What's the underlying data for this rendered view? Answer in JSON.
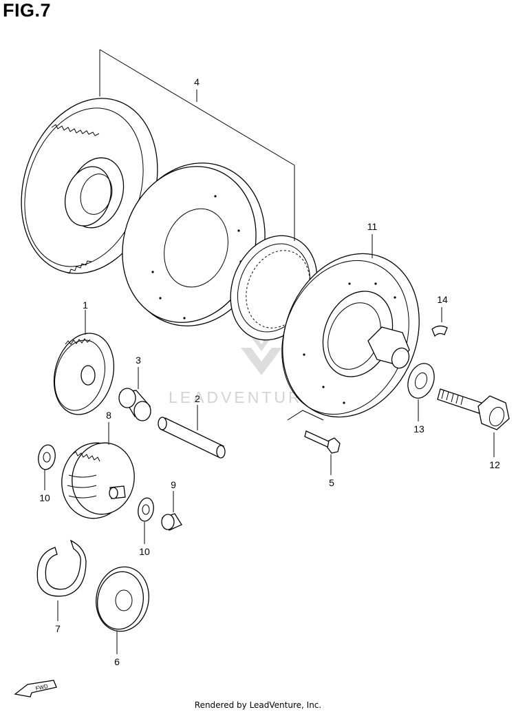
{
  "figure_title": "FIG.7",
  "callouts": {
    "p4": "4",
    "p11": "11",
    "p1": "1",
    "p3": "3",
    "p2": "2",
    "p14": "14",
    "p8": "8",
    "p10a": "10",
    "p9": "9",
    "p10b": "10",
    "p5": "5",
    "p13": "13",
    "p12": "12",
    "p7": "7",
    "p6": "6"
  },
  "fwd_label": "FWD",
  "watermark": "LEADVENTURE",
  "footer": "Rendered by LeadVenture, Inc."
}
